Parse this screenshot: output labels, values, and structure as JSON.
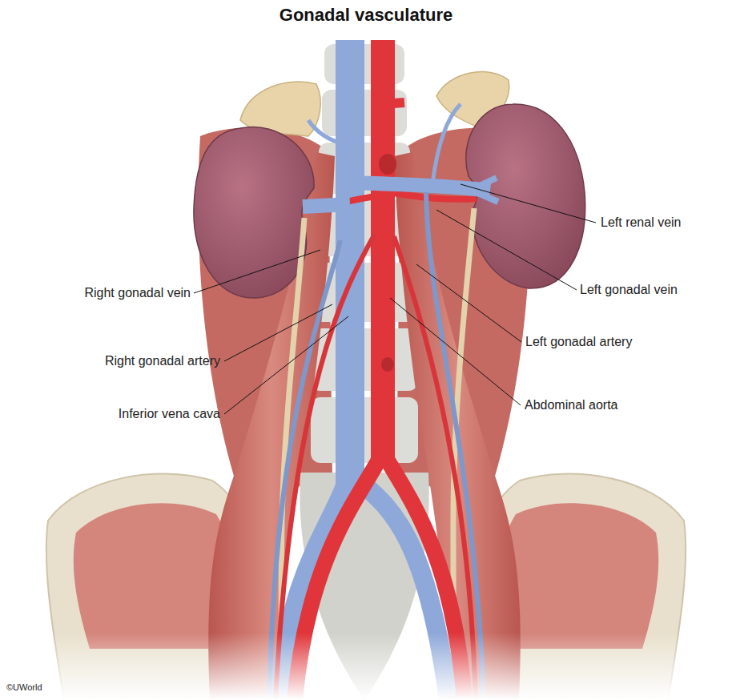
{
  "diagram": {
    "title": "Gonadal vasculature",
    "labels": [
      "Left renal vein",
      "Right gonadal vein",
      "Left gonadal vein",
      "Left gonadal artery",
      "Right gonadal artery",
      "Inferior vena cava",
      "Abdominal aorta",
      "©UWorld"
    ]
  }
}
